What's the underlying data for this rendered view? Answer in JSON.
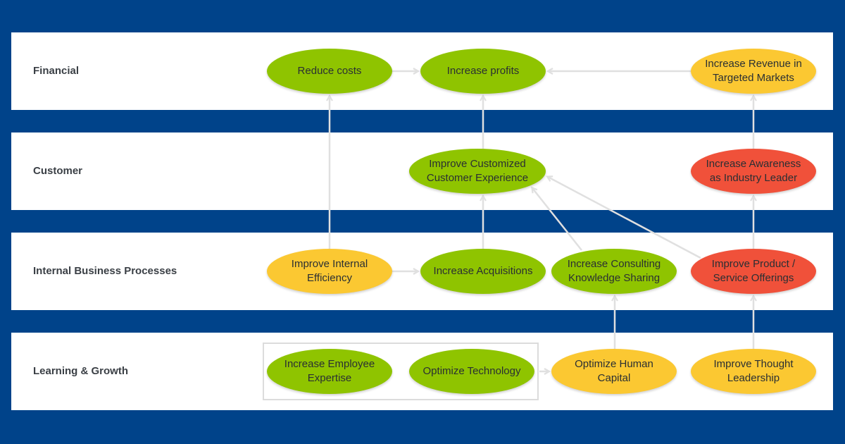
{
  "colors": {
    "background": "#00438a",
    "band": "#ffffff",
    "connector": "#e0e0e0",
    "green": "#8fc400",
    "yellow": "#fbc832",
    "red": "#f0513a"
  },
  "perspectives": [
    {
      "id": "financial",
      "label": "Financial"
    },
    {
      "id": "customer",
      "label": "Customer"
    },
    {
      "id": "internal",
      "label": "Internal Business Processes"
    },
    {
      "id": "learning",
      "label": "Learning & Growth"
    }
  ],
  "objectives": [
    {
      "id": "reduce-costs",
      "perspective": "financial",
      "label": "Reduce costs",
      "status": "green"
    },
    {
      "id": "increase-profits",
      "perspective": "financial",
      "label": "Increase profits",
      "status": "green"
    },
    {
      "id": "increase-revenue",
      "perspective": "financial",
      "label": "Increase Revenue in Targeted Markets",
      "status": "yellow"
    },
    {
      "id": "improve-customer-experience",
      "perspective": "customer",
      "label": "Improve Customized Customer Experience",
      "status": "green"
    },
    {
      "id": "increase-awareness",
      "perspective": "customer",
      "label": "Increase Awareness as Industry Leader",
      "status": "red"
    },
    {
      "id": "improve-internal-efficiency",
      "perspective": "internal",
      "label": "Improve Internal Efficiency",
      "status": "yellow"
    },
    {
      "id": "increase-acquisitions",
      "perspective": "internal",
      "label": "Increase Acquisitions",
      "status": "green"
    },
    {
      "id": "increase-knowledge-sharing",
      "perspective": "internal",
      "label": "Increase Consulting Knowledge Sharing",
      "status": "green"
    },
    {
      "id": "improve-offerings",
      "perspective": "internal",
      "label": "Improve Product / Service Offerings",
      "status": "red"
    },
    {
      "id": "increase-employee-expertise",
      "perspective": "learning",
      "label": "Increase Employee Expertise",
      "status": "green"
    },
    {
      "id": "optimize-technology",
      "perspective": "learning",
      "label": "Optimize Technology",
      "status": "green"
    },
    {
      "id": "optimize-human-capital",
      "perspective": "learning",
      "label": "Optimize Human Capital",
      "status": "yellow"
    },
    {
      "id": "improve-thought-leadership",
      "perspective": "learning",
      "label": "Improve Thought Leadership",
      "status": "yellow"
    }
  ],
  "links": [
    {
      "from": "reduce-costs",
      "to": "increase-profits"
    },
    {
      "from": "increase-revenue",
      "to": "increase-profits"
    },
    {
      "from": "improve-internal-efficiency",
      "to": "reduce-costs"
    },
    {
      "from": "improve-customer-experience",
      "to": "increase-profits"
    },
    {
      "from": "increase-awareness",
      "to": "increase-revenue"
    },
    {
      "from": "improve-internal-efficiency",
      "to": "increase-acquisitions"
    },
    {
      "from": "increase-acquisitions",
      "to": "improve-customer-experience"
    },
    {
      "from": "increase-knowledge-sharing",
      "to": "improve-customer-experience"
    },
    {
      "from": "improve-offerings",
      "to": "improve-customer-experience"
    },
    {
      "from": "improve-offerings",
      "to": "increase-awareness"
    },
    {
      "from": "learning-group",
      "to": "optimize-human-capital"
    },
    {
      "from": "optimize-human-capital",
      "to": "increase-knowledge-sharing"
    },
    {
      "from": "improve-thought-leadership",
      "to": "improve-offerings"
    }
  ],
  "groups": [
    {
      "id": "learning-group",
      "members": [
        "increase-employee-expertise",
        "optimize-technology"
      ]
    }
  ]
}
